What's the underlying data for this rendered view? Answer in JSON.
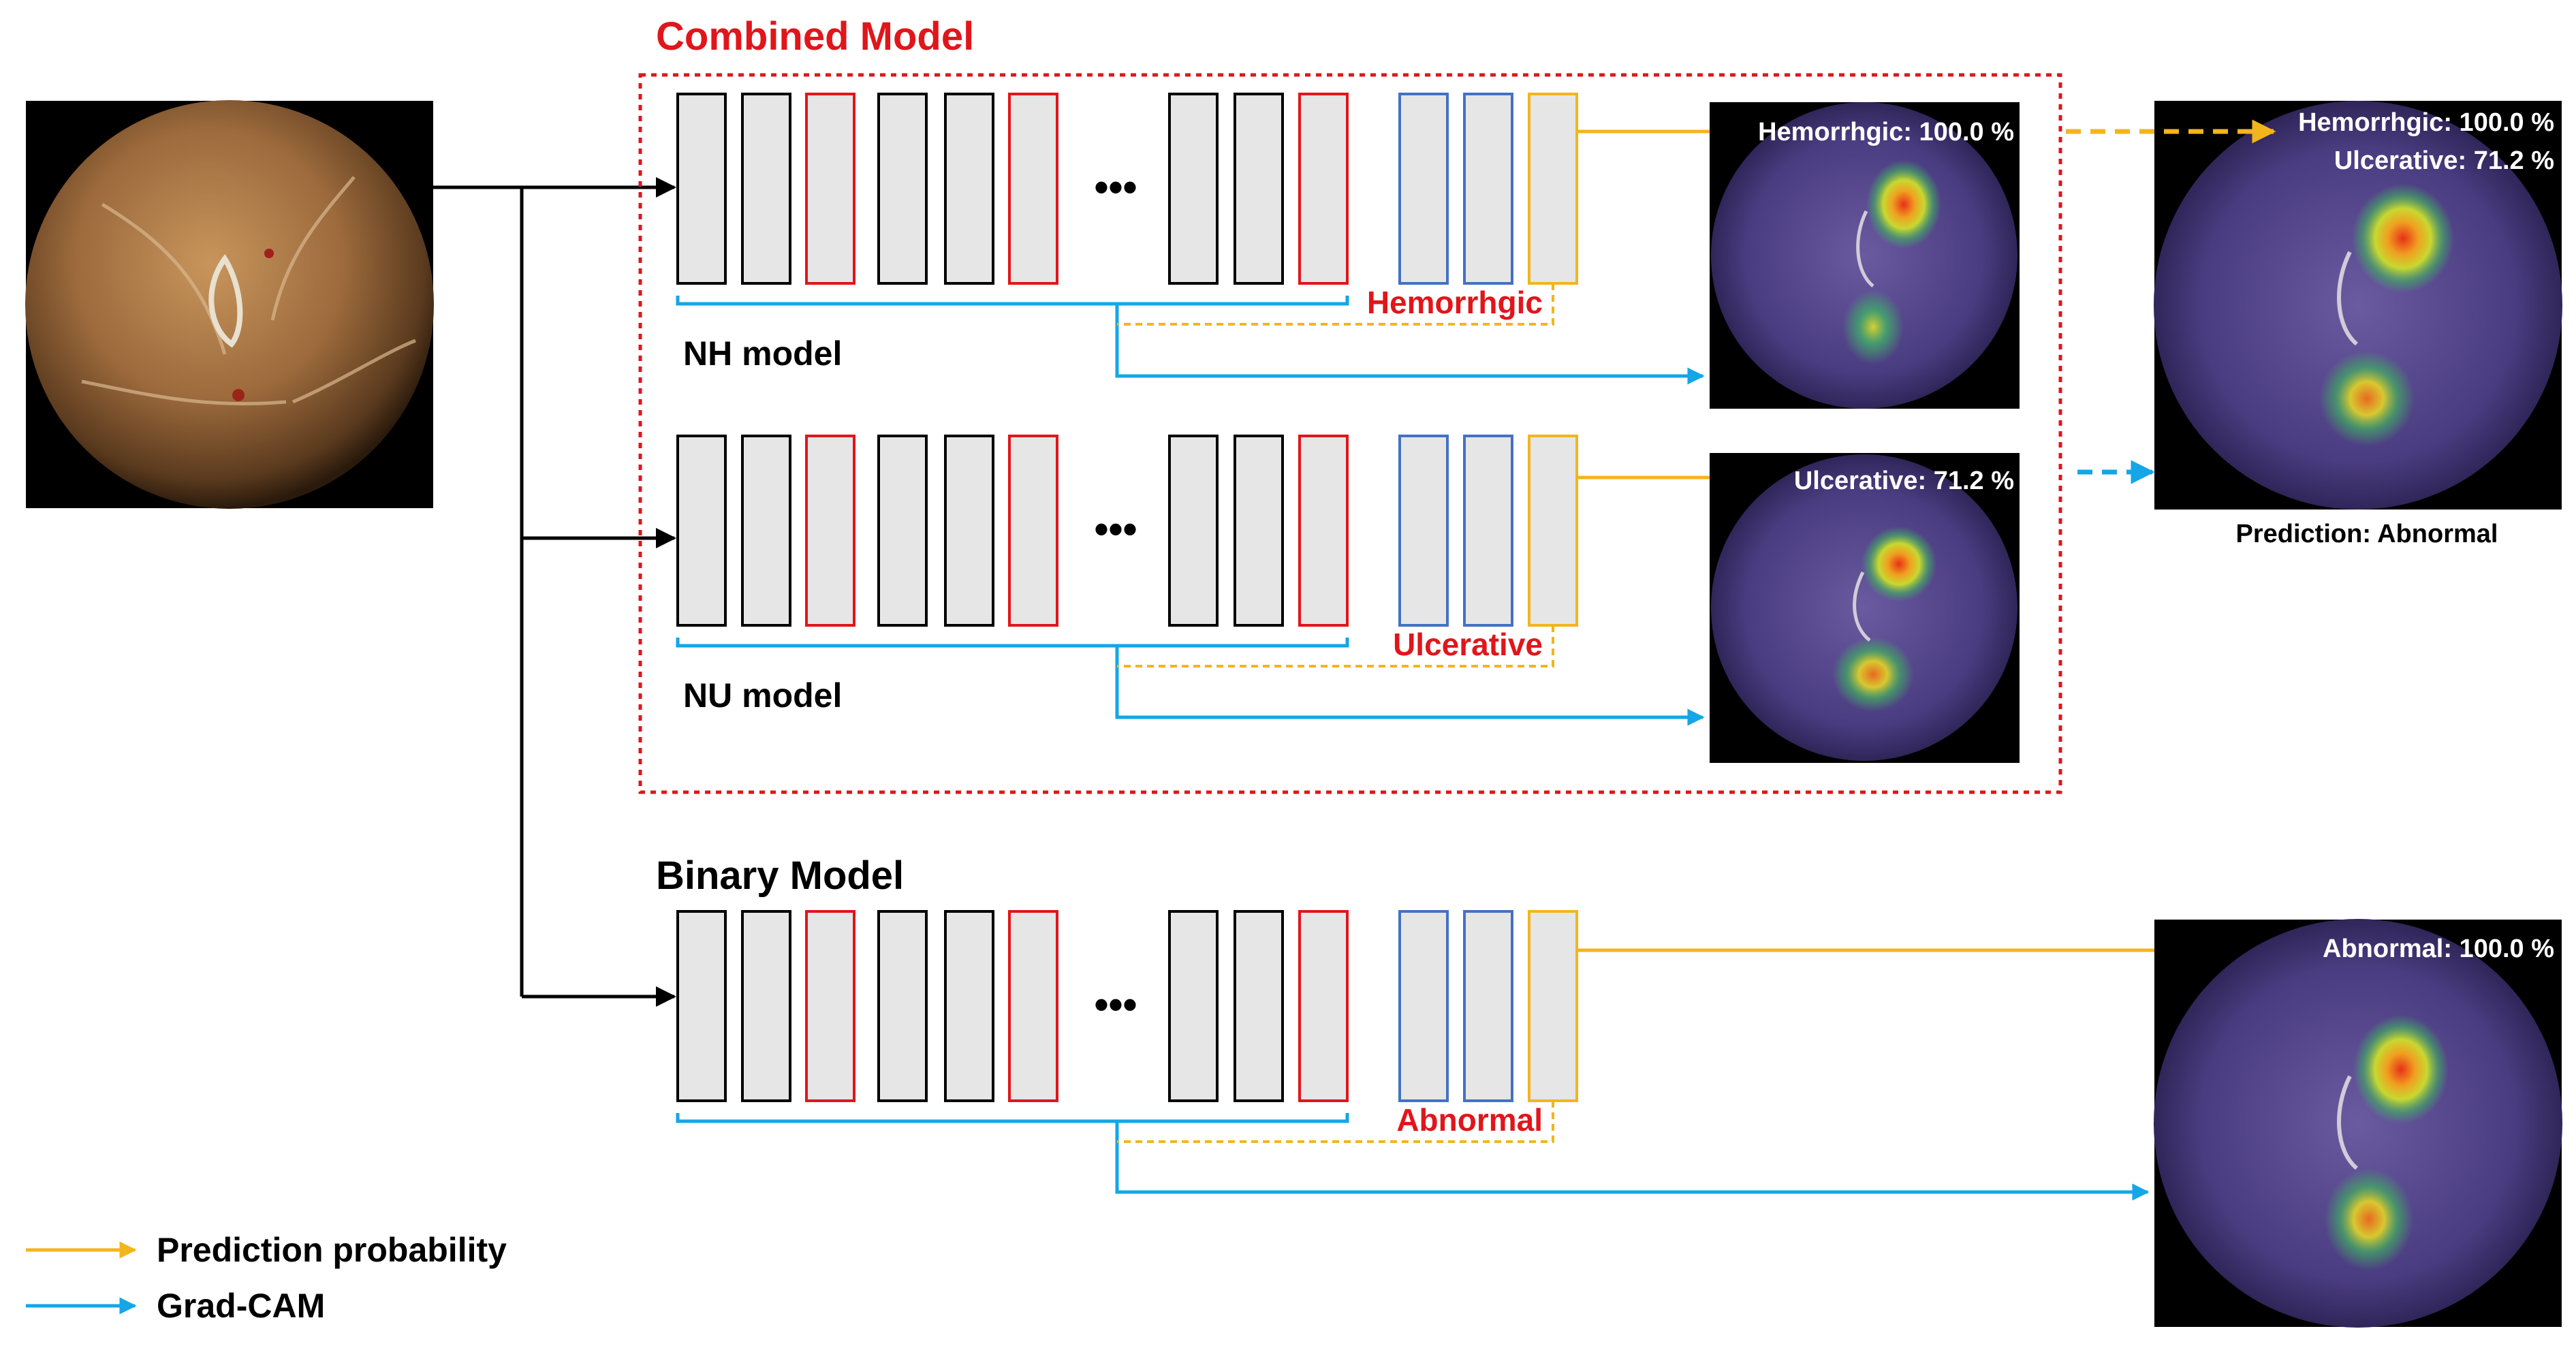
{
  "colors": {
    "red": "#e0161b",
    "black": "#000000",
    "blue_block": "#4472c4",
    "yellow": "#f3b51c",
    "cyan": "#14a6e6",
    "block_fill": "#e6e6e6",
    "white": "#ffffff"
  },
  "titles": {
    "combined": "Combined Model",
    "binary": "Binary Model"
  },
  "models": [
    {
      "name": "NH model",
      "class_label": "Hemorrhgic",
      "prediction": "Hemorrhgic: 100.0 %"
    },
    {
      "name": "NU model",
      "class_label": "Ulcerative",
      "prediction": "Ulcerative: 71.2 %"
    },
    {
      "name": "",
      "class_label": "Abnormal",
      "prediction": "Abnormal: 100.0 %"
    }
  ],
  "combined_output": {
    "line1": "Hemorrhgic: 100.0 %",
    "line2": "Ulcerative: 71.2 %",
    "caption": "Prediction: Abnormal"
  },
  "ellipsis": "•••",
  "legend": {
    "prediction": "Prediction probability",
    "gradcam": "Grad-CAM"
  },
  "images": {
    "input": "endoscopy-input",
    "heatmap": "grad-cam-heatmap"
  }
}
